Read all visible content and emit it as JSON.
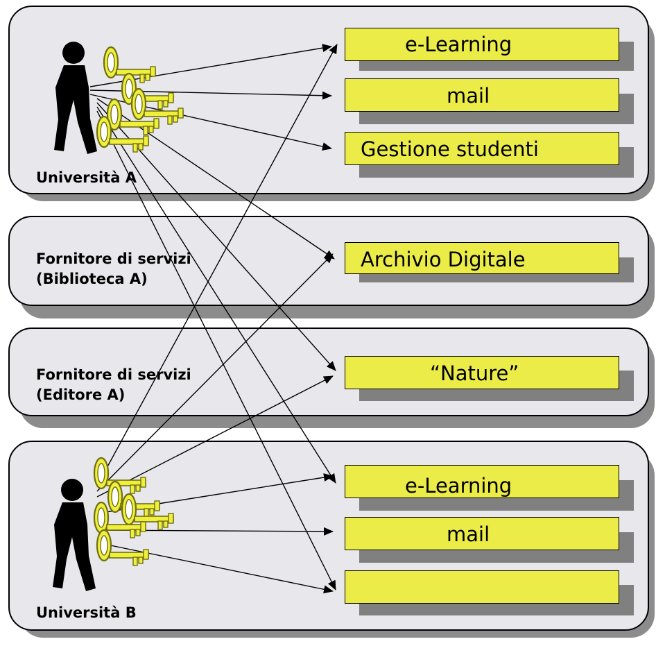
{
  "panels": {
    "uni_a": {
      "label": "Università A"
    },
    "biblioteca": {
      "label_line1": "Fornitore di servizi",
      "label_line2": "(Biblioteca A)"
    },
    "editore": {
      "label_line1": "Fornitore di servizi",
      "label_line2": "(Editore A)"
    },
    "uni_b": {
      "label": "Università B"
    }
  },
  "services": {
    "a_elearning": "e-Learning",
    "a_mail": "mail",
    "a_gestione": "Gestione studenti",
    "archivio": "Archivio Digitale",
    "nature": "“Nature”",
    "b_elearning": "e-Learning",
    "b_mail": "mail",
    "b_empty": ""
  },
  "colors": {
    "panel_fill": "#e8e8ec",
    "panel_shadow": "#8c8c8c",
    "service_fill": "#ecec48",
    "service_shadow": "#808080",
    "key_fill": "#f0f03c",
    "key_stroke": "#6e6e14",
    "person": "#000000"
  },
  "icons": [
    "person-icon",
    "key-icon"
  ]
}
